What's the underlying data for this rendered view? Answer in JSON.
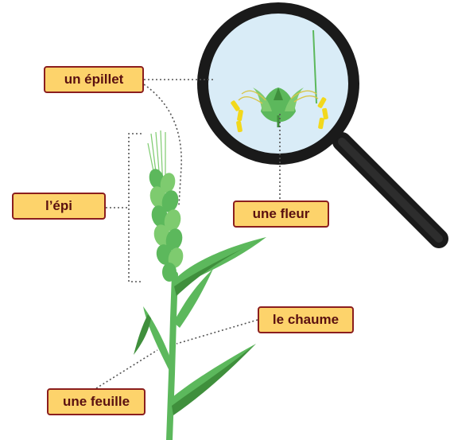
{
  "labels": {
    "spikelet": "un épillet",
    "ear": "l’épi",
    "flower": "une fleur",
    "stem": "le chaume",
    "leaf": "une feuille"
  },
  "colors": {
    "label_fill": "#fdd36b",
    "label_border": "#8b1e1e",
    "label_text": "#5a1010",
    "plant_green": "#5cb85c",
    "plant_dark_green": "#3f8f3c",
    "lens_glass": "#d9ecf7",
    "magnifier_frame": "#1a1a1a",
    "anther_yellow": "#f2d81c",
    "leader_line": "#555555"
  },
  "icons": [
    "wheat-plant",
    "magnifying-glass-icon",
    "spikelet-flower"
  ]
}
